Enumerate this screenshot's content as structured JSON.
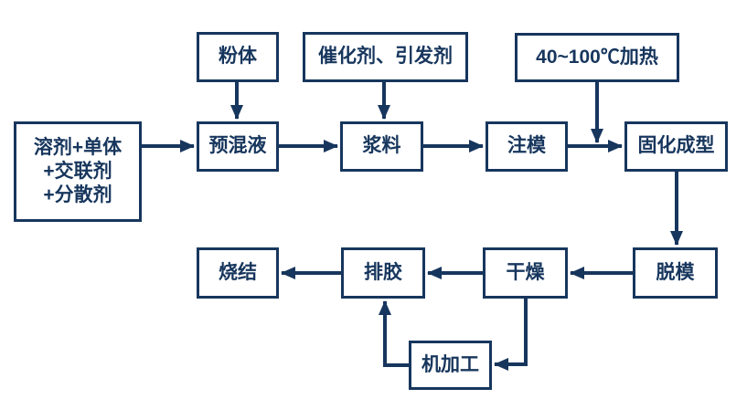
{
  "diagram": {
    "type": "flowchart",
    "colors": {
      "line": "#17365D",
      "text": "#17365D",
      "background": "#FFFFFF"
    },
    "nodes": {
      "solvent": {
        "label": "溶剂+单体\n+交联剂\n+分散剂"
      },
      "powder": {
        "label": "粉体"
      },
      "catalyst": {
        "label": "催化剂、引发剂"
      },
      "heating": {
        "label": "40~100℃加热"
      },
      "premix": {
        "label": "预混液"
      },
      "slurry": {
        "label": "浆料"
      },
      "molding": {
        "label": "注模"
      },
      "curing": {
        "label": "固化成型"
      },
      "demolding": {
        "label": "脱模"
      },
      "drying": {
        "label": "干燥"
      },
      "debinding": {
        "label": "排胶"
      },
      "sintering": {
        "label": "烧结"
      },
      "machining": {
        "label": "机加工"
      }
    },
    "edges": [
      {
        "from": "solvent",
        "to": "premix"
      },
      {
        "from": "powder",
        "to": "premix"
      },
      {
        "from": "premix",
        "to": "slurry"
      },
      {
        "from": "catalyst",
        "to": "slurry"
      },
      {
        "from": "slurry",
        "to": "molding"
      },
      {
        "from": "molding",
        "to": "curing"
      },
      {
        "from": "heating",
        "to": "molding-curing-arrow"
      },
      {
        "from": "curing",
        "to": "demolding"
      },
      {
        "from": "demolding",
        "to": "drying"
      },
      {
        "from": "drying",
        "to": "debinding"
      },
      {
        "from": "debinding",
        "to": "sintering"
      },
      {
        "from": "drying",
        "to": "machining"
      },
      {
        "from": "machining",
        "to": "debinding"
      }
    ]
  }
}
